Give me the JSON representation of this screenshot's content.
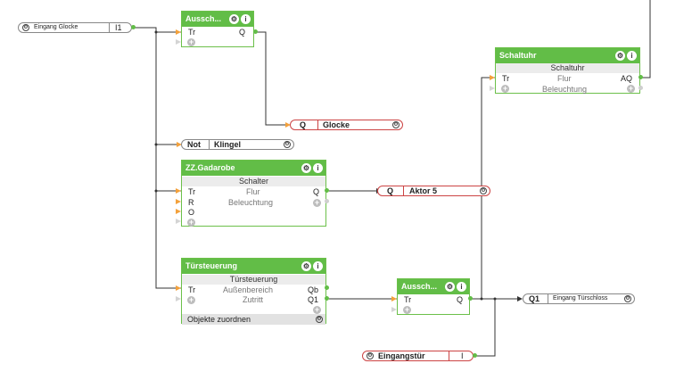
{
  "blocks": {
    "ausschalt1": {
      "title": "Aussch...",
      "in1": "Tr",
      "out1": "Q"
    },
    "zz": {
      "title": "ZZ.Gadarobe",
      "subtitle": "Schalter",
      "in1": "Tr",
      "in2": "R",
      "in3": "O",
      "mid1": "Flur",
      "mid2": "Beleuchtung",
      "out1": "Q"
    },
    "tur": {
      "title": "Türsteuerung",
      "subtitle": "Türsteuerung",
      "in1": "Tr",
      "mid1": "Außenbereich",
      "mid2": "Zutritt",
      "out1": "Qb",
      "out2": "Q1",
      "footer": "Objekte zuordnen"
    },
    "ausschalt2": {
      "title": "Aussch...",
      "in1": "Tr",
      "out1": "Q"
    },
    "schaltuhr": {
      "title": "Schaltuhr",
      "subtitle": "Schaltuhr",
      "in1": "Tr",
      "mid1": "Flur",
      "mid2": "Beleuchtung",
      "out1": "AQ"
    }
  },
  "pills": {
    "eingang_glocke": {
      "name": "Eingang Glocke",
      "id": "I1"
    },
    "glocke": {
      "id": "Q",
      "name": "Glocke"
    },
    "klingel": {
      "id": "Not",
      "name": "Klingel"
    },
    "aktor5": {
      "id": "Q",
      "name": "Aktor 5"
    },
    "turschloss": {
      "id": "Q1",
      "name": "Eingang Türschloss"
    },
    "eingangstur": {
      "name": "Eingangstür",
      "id": "I"
    }
  },
  "icons": {
    "gear": "⚙",
    "info": "i",
    "plus": "+"
  }
}
